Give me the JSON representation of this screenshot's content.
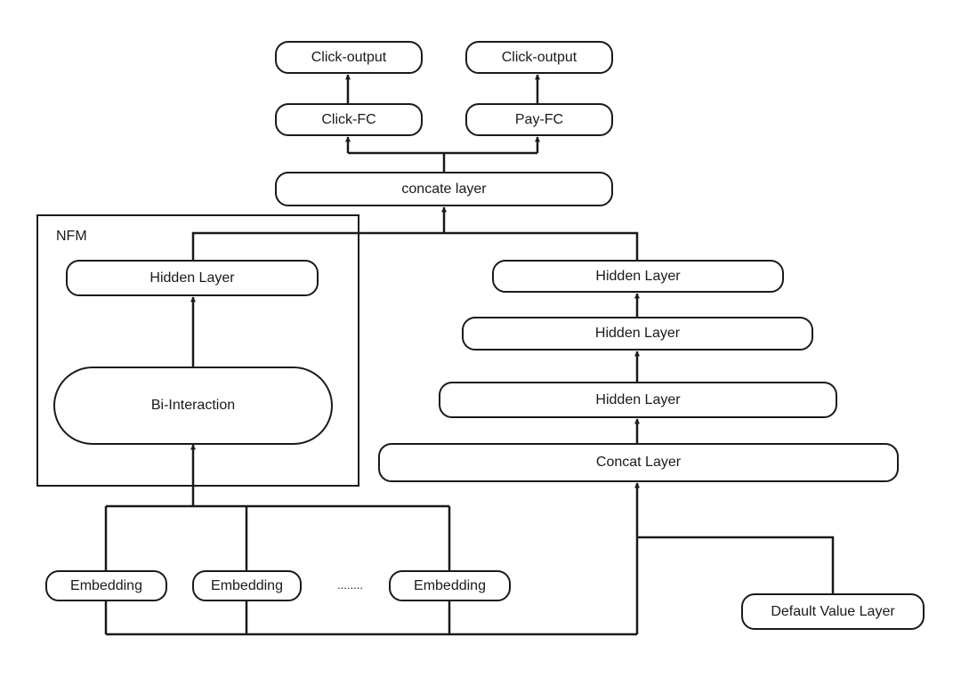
{
  "diagram": {
    "nfm_label": "NFM",
    "outputs": {
      "click_output_left": "Click-output",
      "click_output_right": "Click-output"
    },
    "fc": {
      "click_fc": "Click-FC",
      "pay_fc": "Pay-FC"
    },
    "concate_layer": "concate layer",
    "nfm": {
      "hidden_layer": "Hidden Layer",
      "bi_interaction": "Bi-Interaction"
    },
    "deep": {
      "hidden_layer_1": "Hidden Layer",
      "hidden_layer_2": "Hidden Layer",
      "hidden_layer_3": "Hidden Layer",
      "concat_layer": "Concat Layer"
    },
    "embeddings": [
      "Embedding",
      "Embedding",
      "Embedding"
    ],
    "ellipsis": "........",
    "default_value_layer": "Default Value Layer"
  }
}
